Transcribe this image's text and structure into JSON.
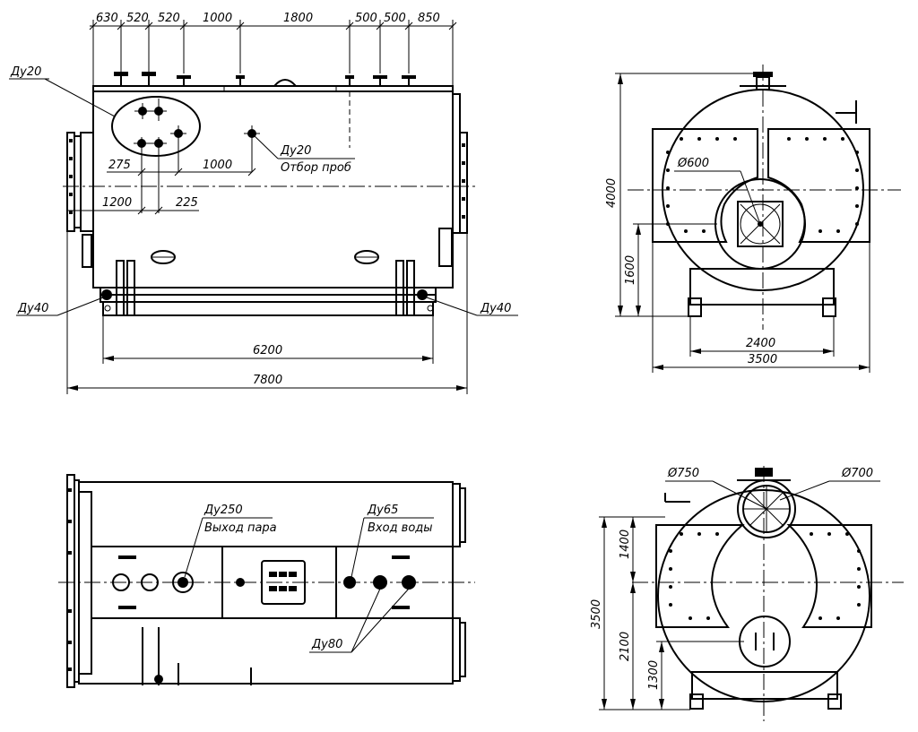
{
  "drawing": {
    "top_dims": [
      "630",
      "520",
      "520",
      "1000",
      "1800",
      "500",
      "500",
      "850"
    ],
    "front": {
      "du20_top": "Ду20",
      "du20_side": "Ду20",
      "sampling": "Отбор проб",
      "d275": "275",
      "d1000": "1000",
      "d1200": "1200",
      "d225": "225",
      "du40_left": "Ду40",
      "du40_right": "Ду40",
      "d6200": "6200",
      "d7800": "7800"
    },
    "end_front": {
      "d600": "Ø600",
      "h4000": "4000",
      "h1600": "1600",
      "w2400": "2400",
      "w3500": "3500"
    },
    "plan": {
      "du250": "Ду250",
      "steam_out": "Выход пара",
      "du65": "Ду65",
      "water_in": "Вход воды",
      "du80": "Ду80"
    },
    "end_rear": {
      "d750": "Ø750",
      "d700": "Ø700",
      "h3500": "3500",
      "h1400": "1400",
      "h2100": "2100",
      "h1300": "1300"
    }
  }
}
